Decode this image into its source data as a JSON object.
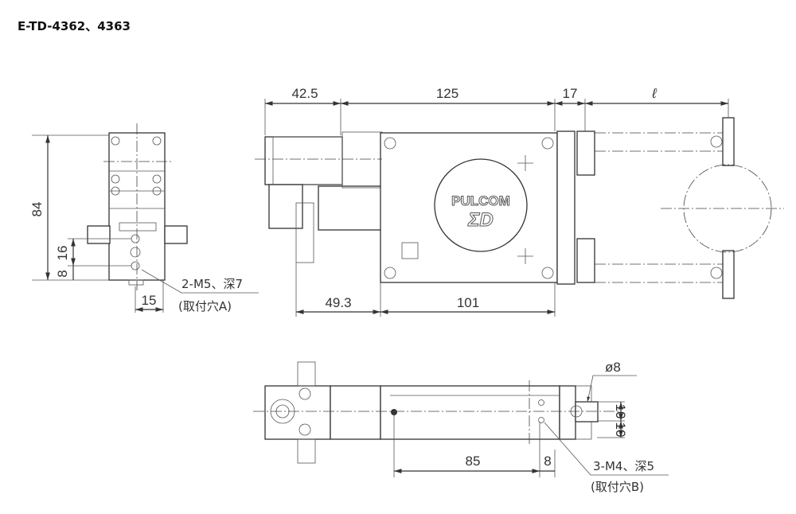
{
  "title": "E-TD-4362、4363",
  "side_view": {
    "dims": {
      "height": "84",
      "d16": "16",
      "d8": "8",
      "width15": "15"
    },
    "note_line1": "2-M5、深7",
    "note_line2": "(取付穴A)"
  },
  "front_view": {
    "dims": {
      "d42_5": "42.5",
      "d125": "125",
      "d17": "17",
      "stroke": "ℓ",
      "d49_3": "49.3",
      "d101": "101"
    },
    "logo_top": "PULCOM",
    "logo_bottom": "ΣD"
  },
  "bottom_view": {
    "dims": {
      "d85": "85",
      "d8": "8",
      "dia8": "ø8",
      "d10a": "10",
      "d10b": "10"
    },
    "note_line1": "3-M4、深5",
    "note_line2": "(取付穴B)"
  }
}
